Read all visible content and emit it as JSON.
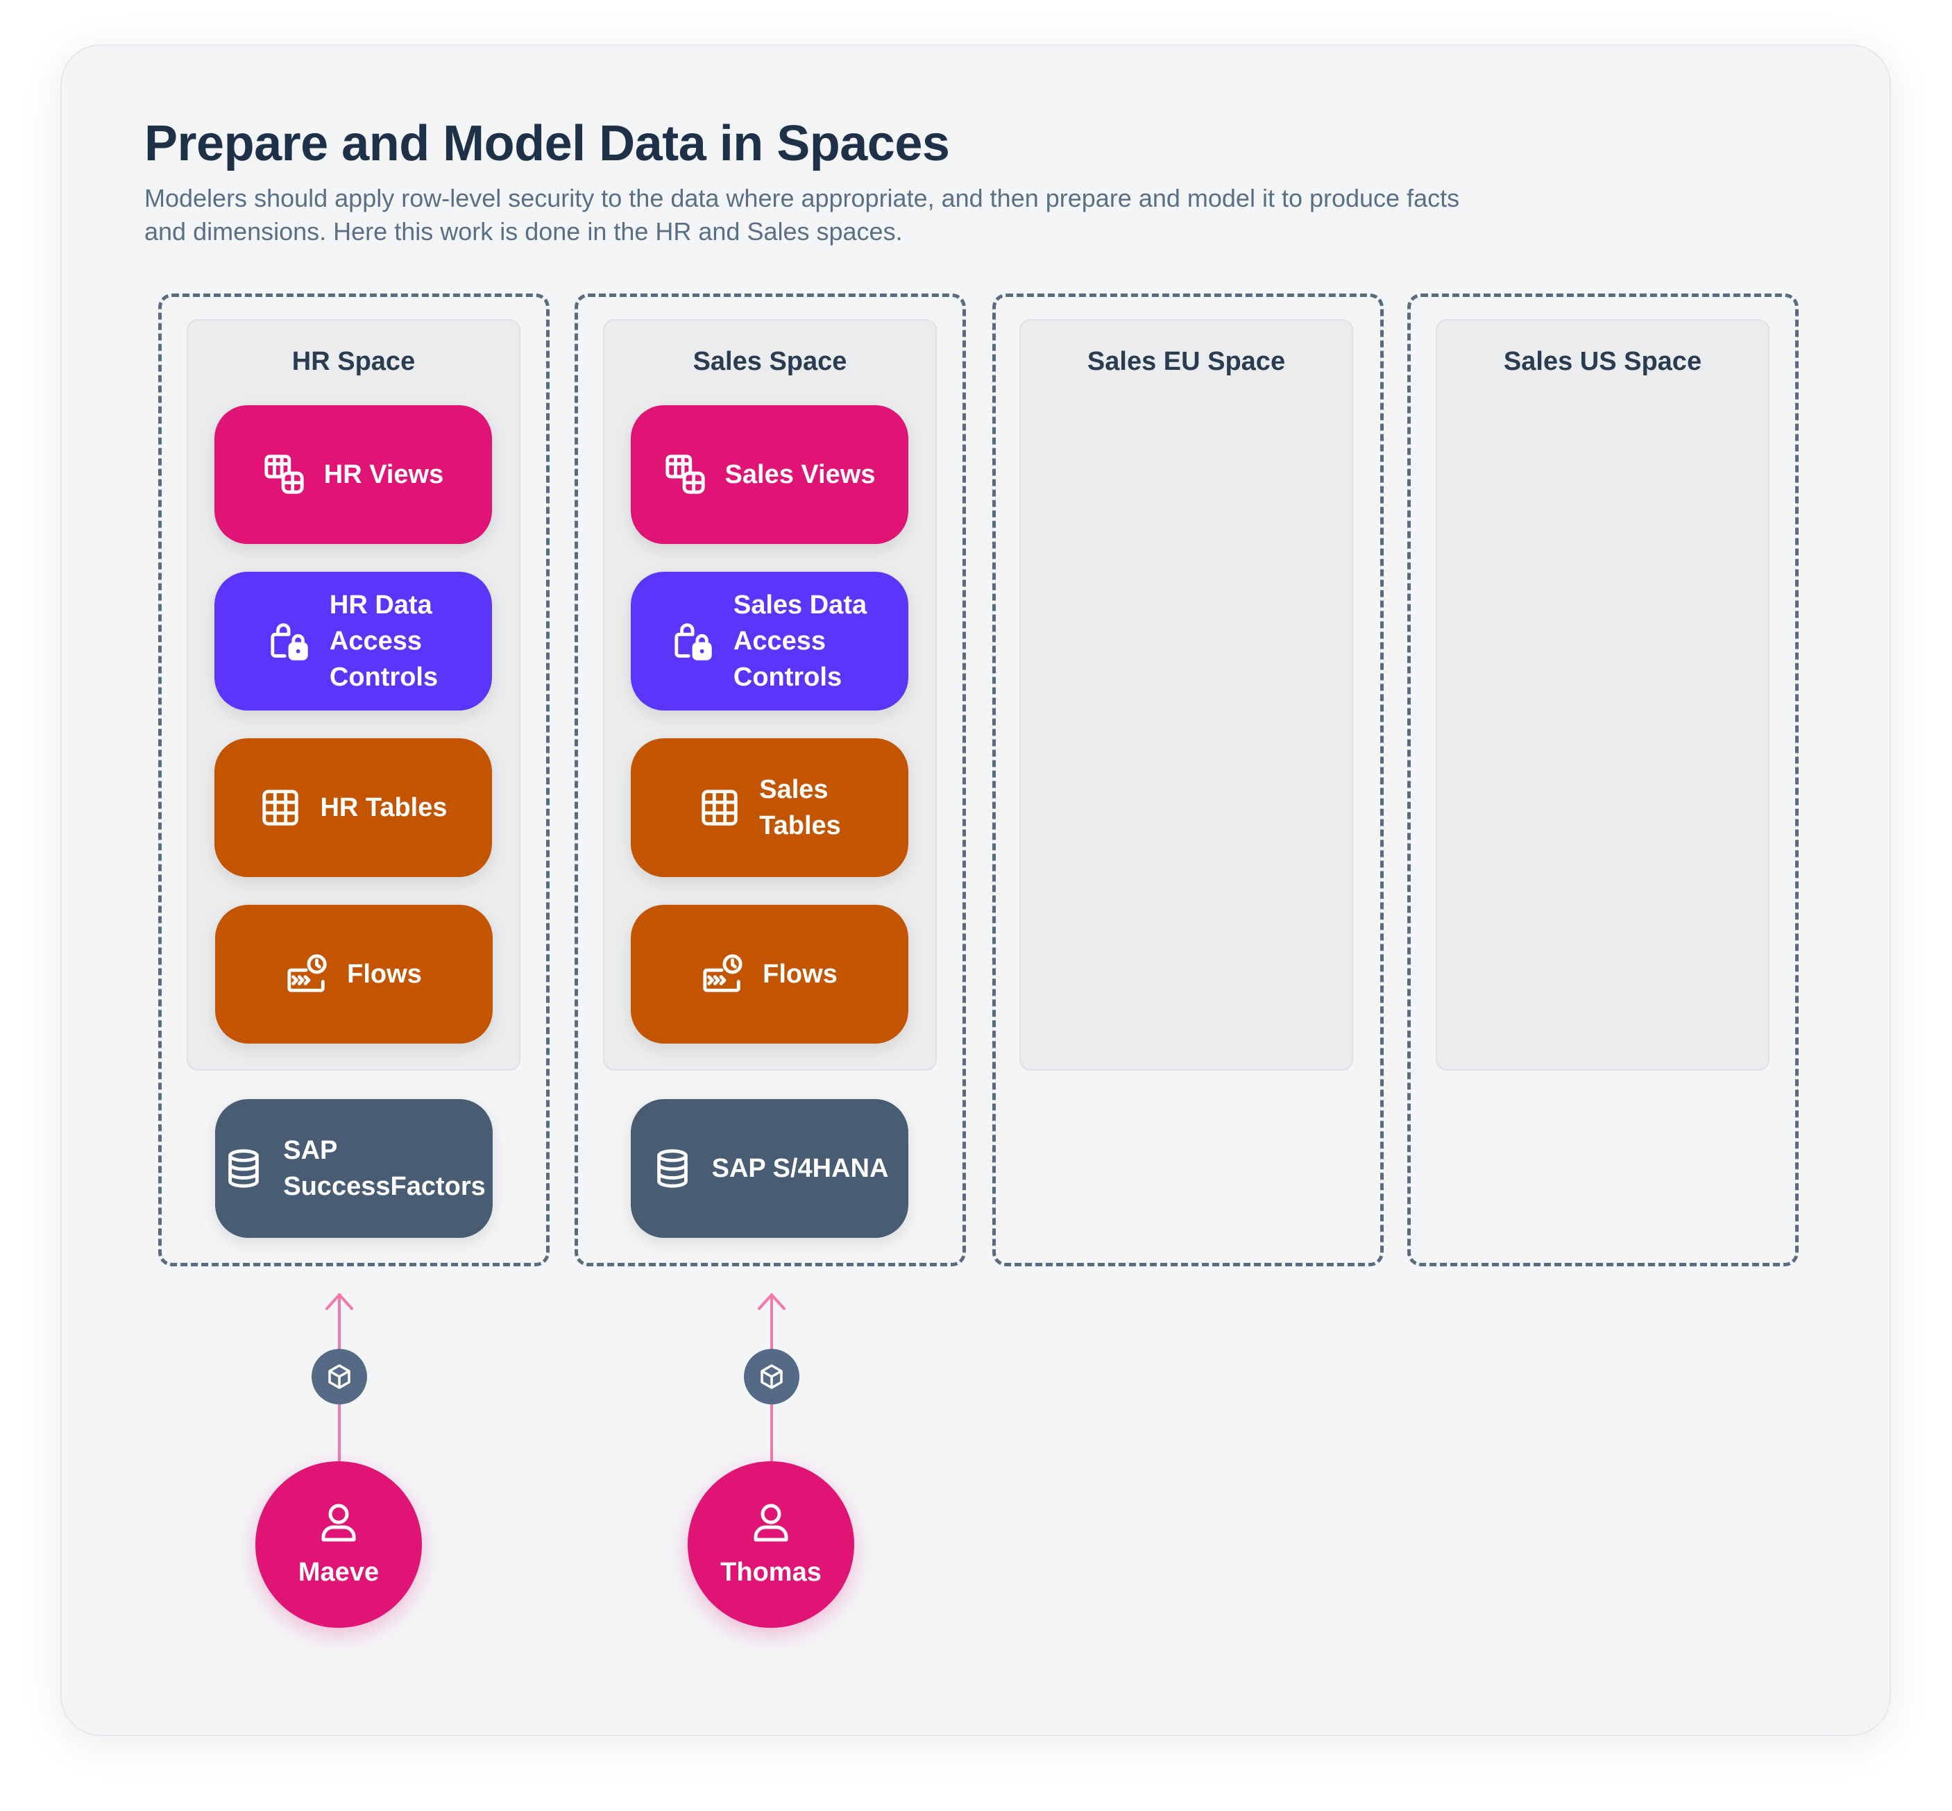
{
  "title": "Prepare and Model Data in Spaces",
  "subtitle": "Modelers should apply row-level security to the data where appropriate, and then prepare and model it to produce facts and dimensions. Here this work is done in the HR and Sales spaces.",
  "colors": {
    "views": "#e01475",
    "data_access_controls": "#5c35fa",
    "tables": "#c45500",
    "flows": "#c45500",
    "source": "#485c73",
    "person": "#e01475",
    "arrow": "#f27aa8",
    "dashed_border": "#5a6b80"
  },
  "spaces": [
    {
      "label": "HR Space",
      "views": "HR Views",
      "dac": "HR Data\nAccess\nControls",
      "tables": "HR Tables",
      "flows": "Flows",
      "source": "SAP\nSuccessFactors",
      "icons": [
        "views-icon",
        "data-access-controls-icon",
        "table-icon",
        "flows-icon",
        "database-icon"
      ]
    },
    {
      "label": "Sales Space",
      "views": "Sales Views",
      "dac": "Sales Data\nAccess\nControls",
      "tables": "Sales\nTables",
      "flows": "Flows",
      "source": "SAP S/4HANA",
      "icons": [
        "views-icon",
        "data-access-controls-icon",
        "table-icon",
        "flows-icon",
        "database-icon"
      ]
    },
    {
      "label": "Sales EU Space"
    },
    {
      "label": "Sales US Space"
    }
  ],
  "users": [
    {
      "name": "Maeve",
      "icon": "user-icon",
      "badge_icon": "cube-icon"
    },
    {
      "name": "Thomas",
      "icon": "user-icon",
      "badge_icon": "cube-icon"
    }
  ]
}
